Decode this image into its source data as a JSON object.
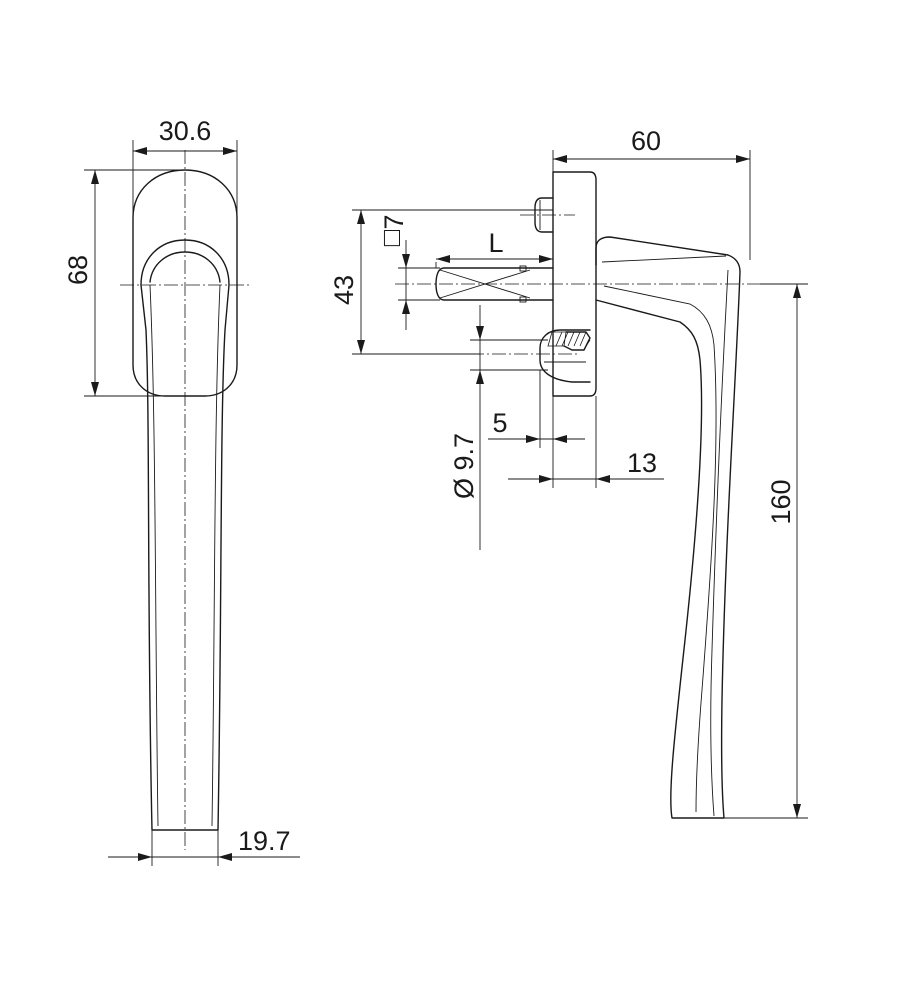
{
  "dimensions": {
    "front_width": "30.6",
    "front_height": "68",
    "front_bottom_width": "19.7",
    "side_depth": "60",
    "square_spindle": "7",
    "spindle_length": "L",
    "screw_spacing": "43",
    "screw_diameter": "Ø 9.7",
    "rose_offset": "5",
    "rose_thickness": "13",
    "handle_length": "160"
  },
  "symbols": {
    "square_symbol": "□"
  }
}
